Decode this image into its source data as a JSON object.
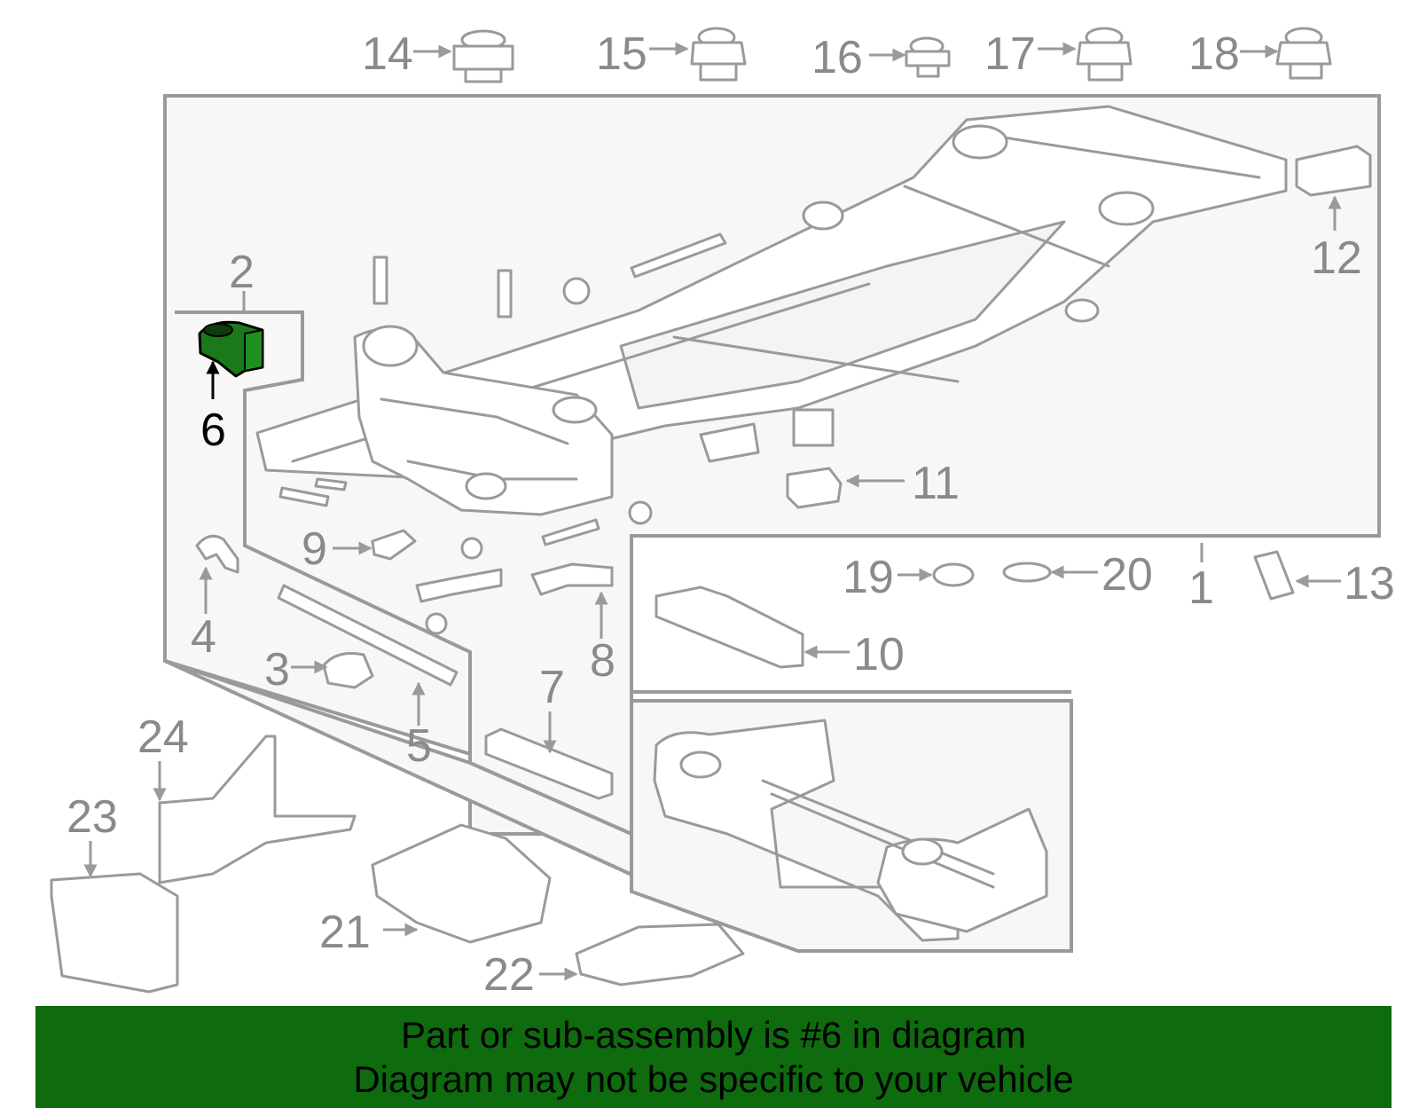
{
  "callouts": {
    "n1": "1",
    "n2": "2",
    "n3": "3",
    "n4": "4",
    "n5": "5",
    "n6": "6",
    "n7": "7",
    "n8": "8",
    "n9": "9",
    "n10": "10",
    "n11": "11",
    "n12": "12",
    "n13": "13",
    "n14": "14",
    "n15": "15",
    "n16": "16",
    "n17": "17",
    "n18": "18",
    "n19": "19",
    "n20": "20",
    "n21": "21",
    "n22": "22",
    "n23": "23",
    "n24": "24"
  },
  "highlight": {
    "part": "6",
    "color": "#1a7a1a"
  },
  "banner": {
    "line1": "Part or sub-assembly is #6 in diagram",
    "line2": "Diagram may not be specific to your vehicle",
    "color": "#0e6b0e"
  }
}
